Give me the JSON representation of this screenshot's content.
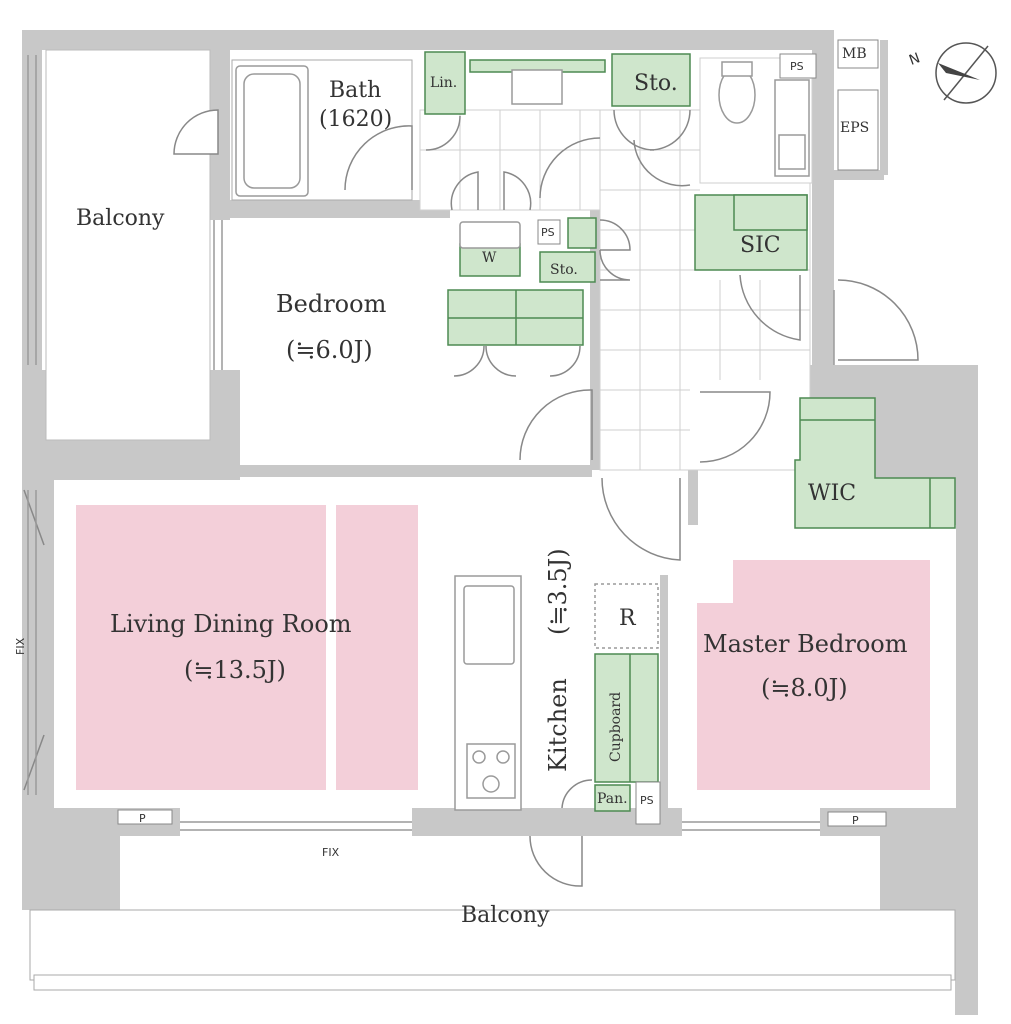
{
  "colors": {
    "wall": "#c8c8c8",
    "room_floor": "#ffffff",
    "tile_line": "#cfcfcf",
    "storage_green": "#cfe6cc",
    "storage_stroke": "#4d8a52",
    "furniture_pink": "#f3cfd9",
    "fixture_stroke": "#9a9a9a",
    "text": "#333333"
  },
  "compass": {
    "label": "N"
  },
  "rooms": {
    "balcony_left": "Balcony",
    "bath": "Bath",
    "bath_size": "(1620)",
    "linen": "Lin.",
    "storage_top": "Sto.",
    "ps_top": "PS",
    "mb": "MB",
    "eps": "EPS",
    "sic": "SIC",
    "washer": "W",
    "ps_mid": "PS",
    "storage_mid": "Sto.",
    "bedroom": "Bedroom",
    "bedroom_size": "(≒6.0J)",
    "wic": "WIC",
    "living": "Living Dining Room",
    "living_size": "(≒13.5J)",
    "kitchen": "Kitchen",
    "kitchen_size": "(≒3.5J)",
    "refrigerator": "R",
    "cupboard": "Cupboard",
    "pantry": "Pan.",
    "ps_kitchen": "PS",
    "master": "Master Bedroom",
    "master_size": "(≒8.0J)",
    "balcony_bottom": "Balcony",
    "fix_bottom": "FIX",
    "fix_left": "FIX",
    "p_left": "P",
    "p_right": "P"
  }
}
